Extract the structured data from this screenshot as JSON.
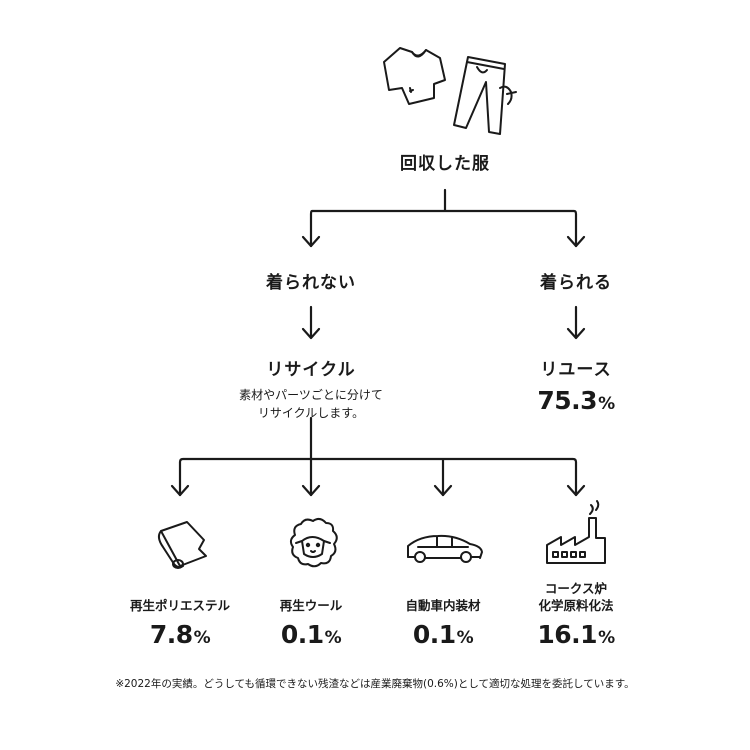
{
  "root": {
    "label": "回収した服",
    "icons": [
      "tshirt-icon",
      "jeans-icon"
    ]
  },
  "branches": {
    "not_wearable": {
      "label": "着られない",
      "next": "リサイクル",
      "description": [
        "素材やパーツごとに分けて",
        "リサイクルします。"
      ]
    },
    "wearable": {
      "label": "着られる",
      "next": "リユース",
      "value": "75.3",
      "unit": "%"
    }
  },
  "recycle_outputs": [
    {
      "label": [
        "再生ポリエステル"
      ],
      "value": "7.8",
      "unit": "%",
      "icon": "fabric-roll-icon"
    },
    {
      "label": [
        "再生ウール"
      ],
      "value": "0.1",
      "unit": "%",
      "icon": "sheep-icon"
    },
    {
      "label": [
        "自動車内装材"
      ],
      "value": "0.1",
      "unit": "%",
      "icon": "car-icon"
    },
    {
      "label": [
        "コークス炉",
        "化学原料化法"
      ],
      "value": "16.1",
      "unit": "%",
      "icon": "factory-icon"
    }
  ],
  "footnote": "※2022年の実績。どうしても循環できない残渣などは産業廃棄物(0.6%)として適切な処理を委託しています。",
  "colors": {
    "ink": "#1a1a1a",
    "background": "#ffffff"
  }
}
